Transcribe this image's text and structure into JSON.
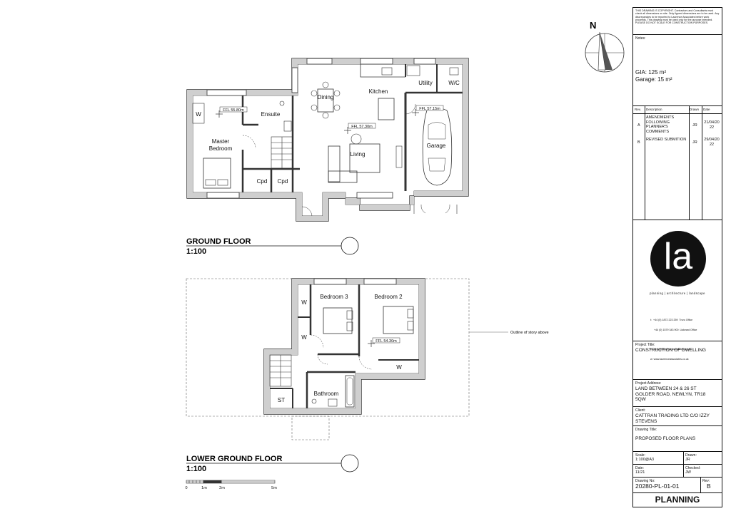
{
  "copyright_note": "THIS DRAWING IS COPYRIGHT. Contractors and Consultants must check all dimensions on site. Only figured dimensions are to be used. Any discrepancies to be reported to Laurence Associates before work proceeds. This drawing must be used only for the purpose intended. PLEASE DO NOT SCALE FOR CONSTRUCTION PURPOSES.",
  "notes": {
    "label": "Notes:",
    "gia": "GIA: 125 m²",
    "garage": "Garage: 15 m²"
  },
  "revisions": {
    "headers": [
      "Rev.",
      "Description",
      "Drawn",
      "Date"
    ],
    "rows": [
      {
        "rev": "A",
        "desc": "AMENDMENTS FOLLOWING PLANNER'S COMMENTS",
        "drawn": "JR",
        "date": "21/04/2022"
      },
      {
        "rev": "B",
        "desc": "REVISED SUBMITION",
        "drawn": "JR",
        "date": "29/04/2022"
      }
    ]
  },
  "logo": {
    "mark": "la",
    "tagline": "planning | architecture | landscape",
    "tel1": "t:  +44 (0) 1872 223 259  Truro Office",
    "tel2": "     +44 (0) 1579 343 900  Liskeard Office",
    "email": "e:  hello@laurenceassociates.co.uk",
    "web": "w: www.laurenceassociates.co.uk"
  },
  "project_title": {
    "label": "Project Title:",
    "value": "CONSTRUCTION OF DWELLING"
  },
  "project_address": {
    "label": "Project Address:",
    "value": "LAND BETWEEN 24 & 26 ST GOLDER ROAD, NEWLYN, TR18 5QW"
  },
  "client": {
    "label": "Client:",
    "value": "CATTRAN TRADING LTD C/O IZZY STEVENS"
  },
  "drawing_title": {
    "label": "Drawing Title:",
    "value": "PROPOSED FLOOR PLANS"
  },
  "scale": {
    "label": "Scale:",
    "value": "1:100@A3"
  },
  "drawn": {
    "label": "Drawn:",
    "value": "JR"
  },
  "date": {
    "label": "Date:",
    "value": "11/21"
  },
  "checked": {
    "label": "Checked:",
    "value": "JW"
  },
  "drawing_no": {
    "label": "Drawing No:",
    "value": "20280-PL-01-01"
  },
  "rev": {
    "label": "Rev:",
    "value": "B"
  },
  "status": "PLANNING",
  "north": "N",
  "ground_floor": {
    "title": "GROUND FLOOR",
    "scale": "1:100",
    "rooms": {
      "dining": "Dining",
      "kitchen": "Kitchen",
      "utility": "Utility",
      "wc": "W/C",
      "ensuite": "Ensuite",
      "master1": "Master",
      "master2": "Bedroom",
      "living": "Living",
      "garage": "Garage",
      "cpd1": "Cpd",
      "cpd2": "Cpd",
      "w": "W"
    },
    "ffl": {
      "master": "FFL 55.80m",
      "living": "FFL 57.30m",
      "garage": "FFL 57.15m"
    }
  },
  "lower_ground_floor": {
    "title": "LOWER GROUND FLOOR",
    "scale": "1:100",
    "rooms": {
      "bed3": "Bedroom 3",
      "bed2": "Bedroom 2",
      "bathroom": "Bathroom",
      "st": "ST",
      "w1": "W",
      "w2": "W",
      "w3": "W"
    },
    "ffl": "FFL 54.30m",
    "outline_note": "Outline of story above"
  },
  "scale_bar": [
    "0",
    "1m",
    "2m",
    "5m"
  ]
}
